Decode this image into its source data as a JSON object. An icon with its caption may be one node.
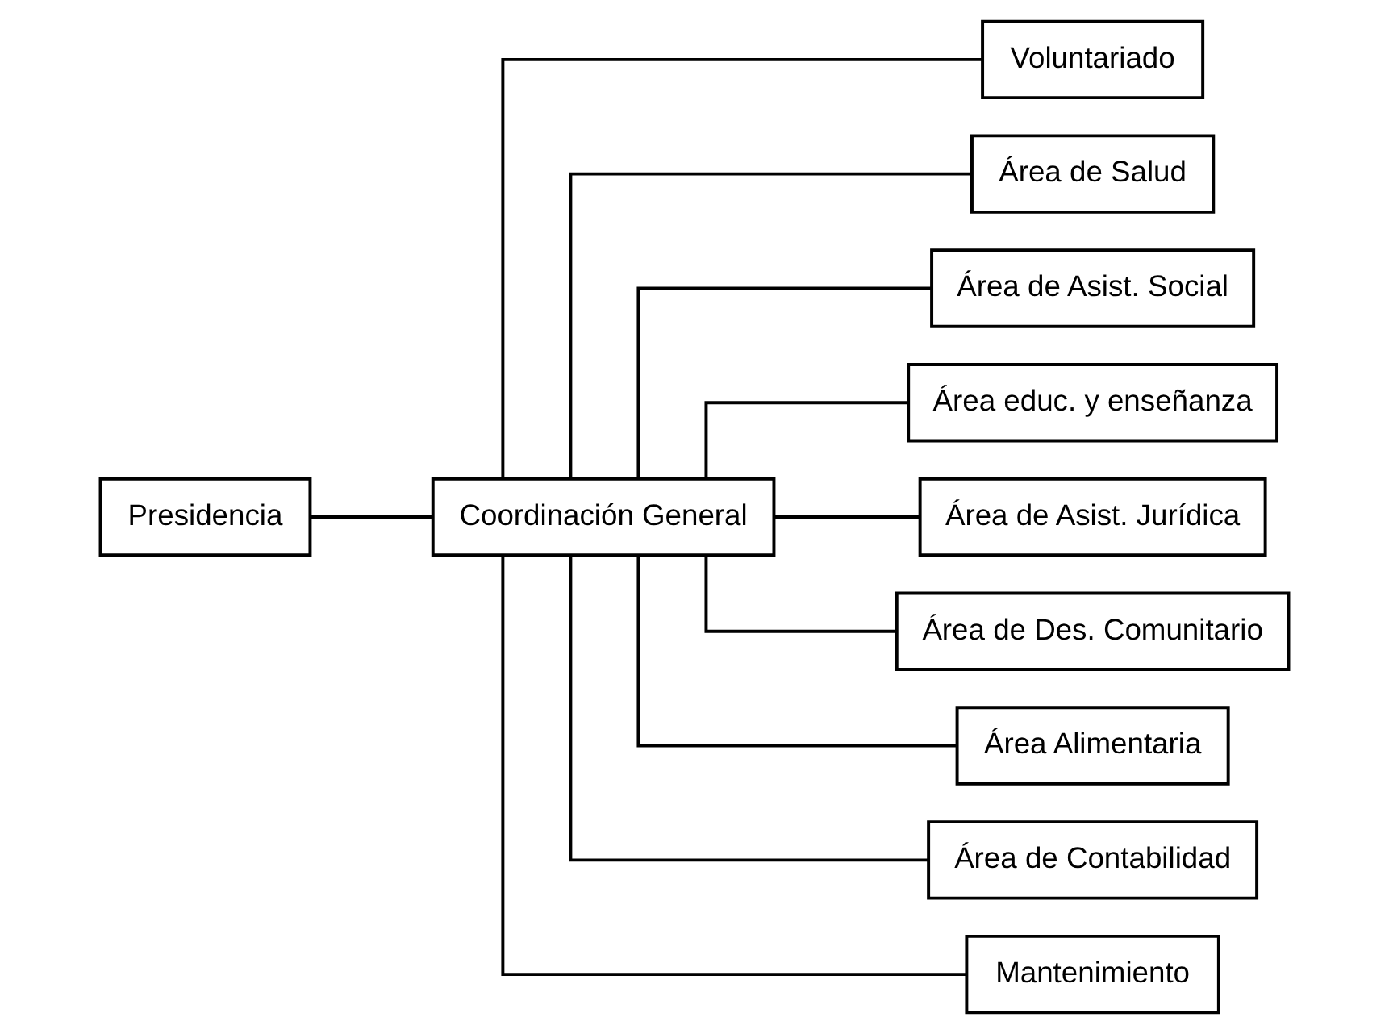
{
  "diagram": {
    "nodes": [
      {
        "text": [
          "Presidencia"
        ]
      },
      {
        "text": [
          "Coordinación General"
        ]
      },
      {
        "text": [
          "Voluntariado"
        ]
      },
      {
        "text": [
          "Área de Salud"
        ]
      },
      {
        "text": [
          "Área de Asist. Social"
        ]
      },
      {
        "text": [
          "Área educ. y enseñanza"
        ]
      },
      {
        "text": [
          "Área de Asist. Jurídica"
        ]
      },
      {
        "text": [
          "Área de Des. Comunitario"
        ]
      },
      {
        "text": [
          "Área Alimentaria"
        ]
      },
      {
        "text": [
          "Área de Contabilidad"
        ]
      },
      {
        "text": [
          "Mantenimiento"
        ]
      }
    ],
    "edges": [
      {
        "from": 0,
        "to": 1,
        "arrow": "none"
      },
      {
        "from": 1,
        "to": 2,
        "arrow": "none"
      },
      {
        "from": 1,
        "to": 3,
        "arrow": "none"
      },
      {
        "from": 1,
        "to": 4,
        "arrow": "none"
      },
      {
        "from": 1,
        "to": 5,
        "arrow": "none"
      },
      {
        "from": 1,
        "to": 6,
        "arrow": "none"
      },
      {
        "from": 1,
        "to": 7,
        "arrow": "none"
      },
      {
        "from": 1,
        "to": 8,
        "arrow": "none"
      },
      {
        "from": 1,
        "to": 9,
        "arrow": "none"
      },
      {
        "from": 1,
        "to": 10,
        "arrow": "none"
      }
    ]
  }
}
